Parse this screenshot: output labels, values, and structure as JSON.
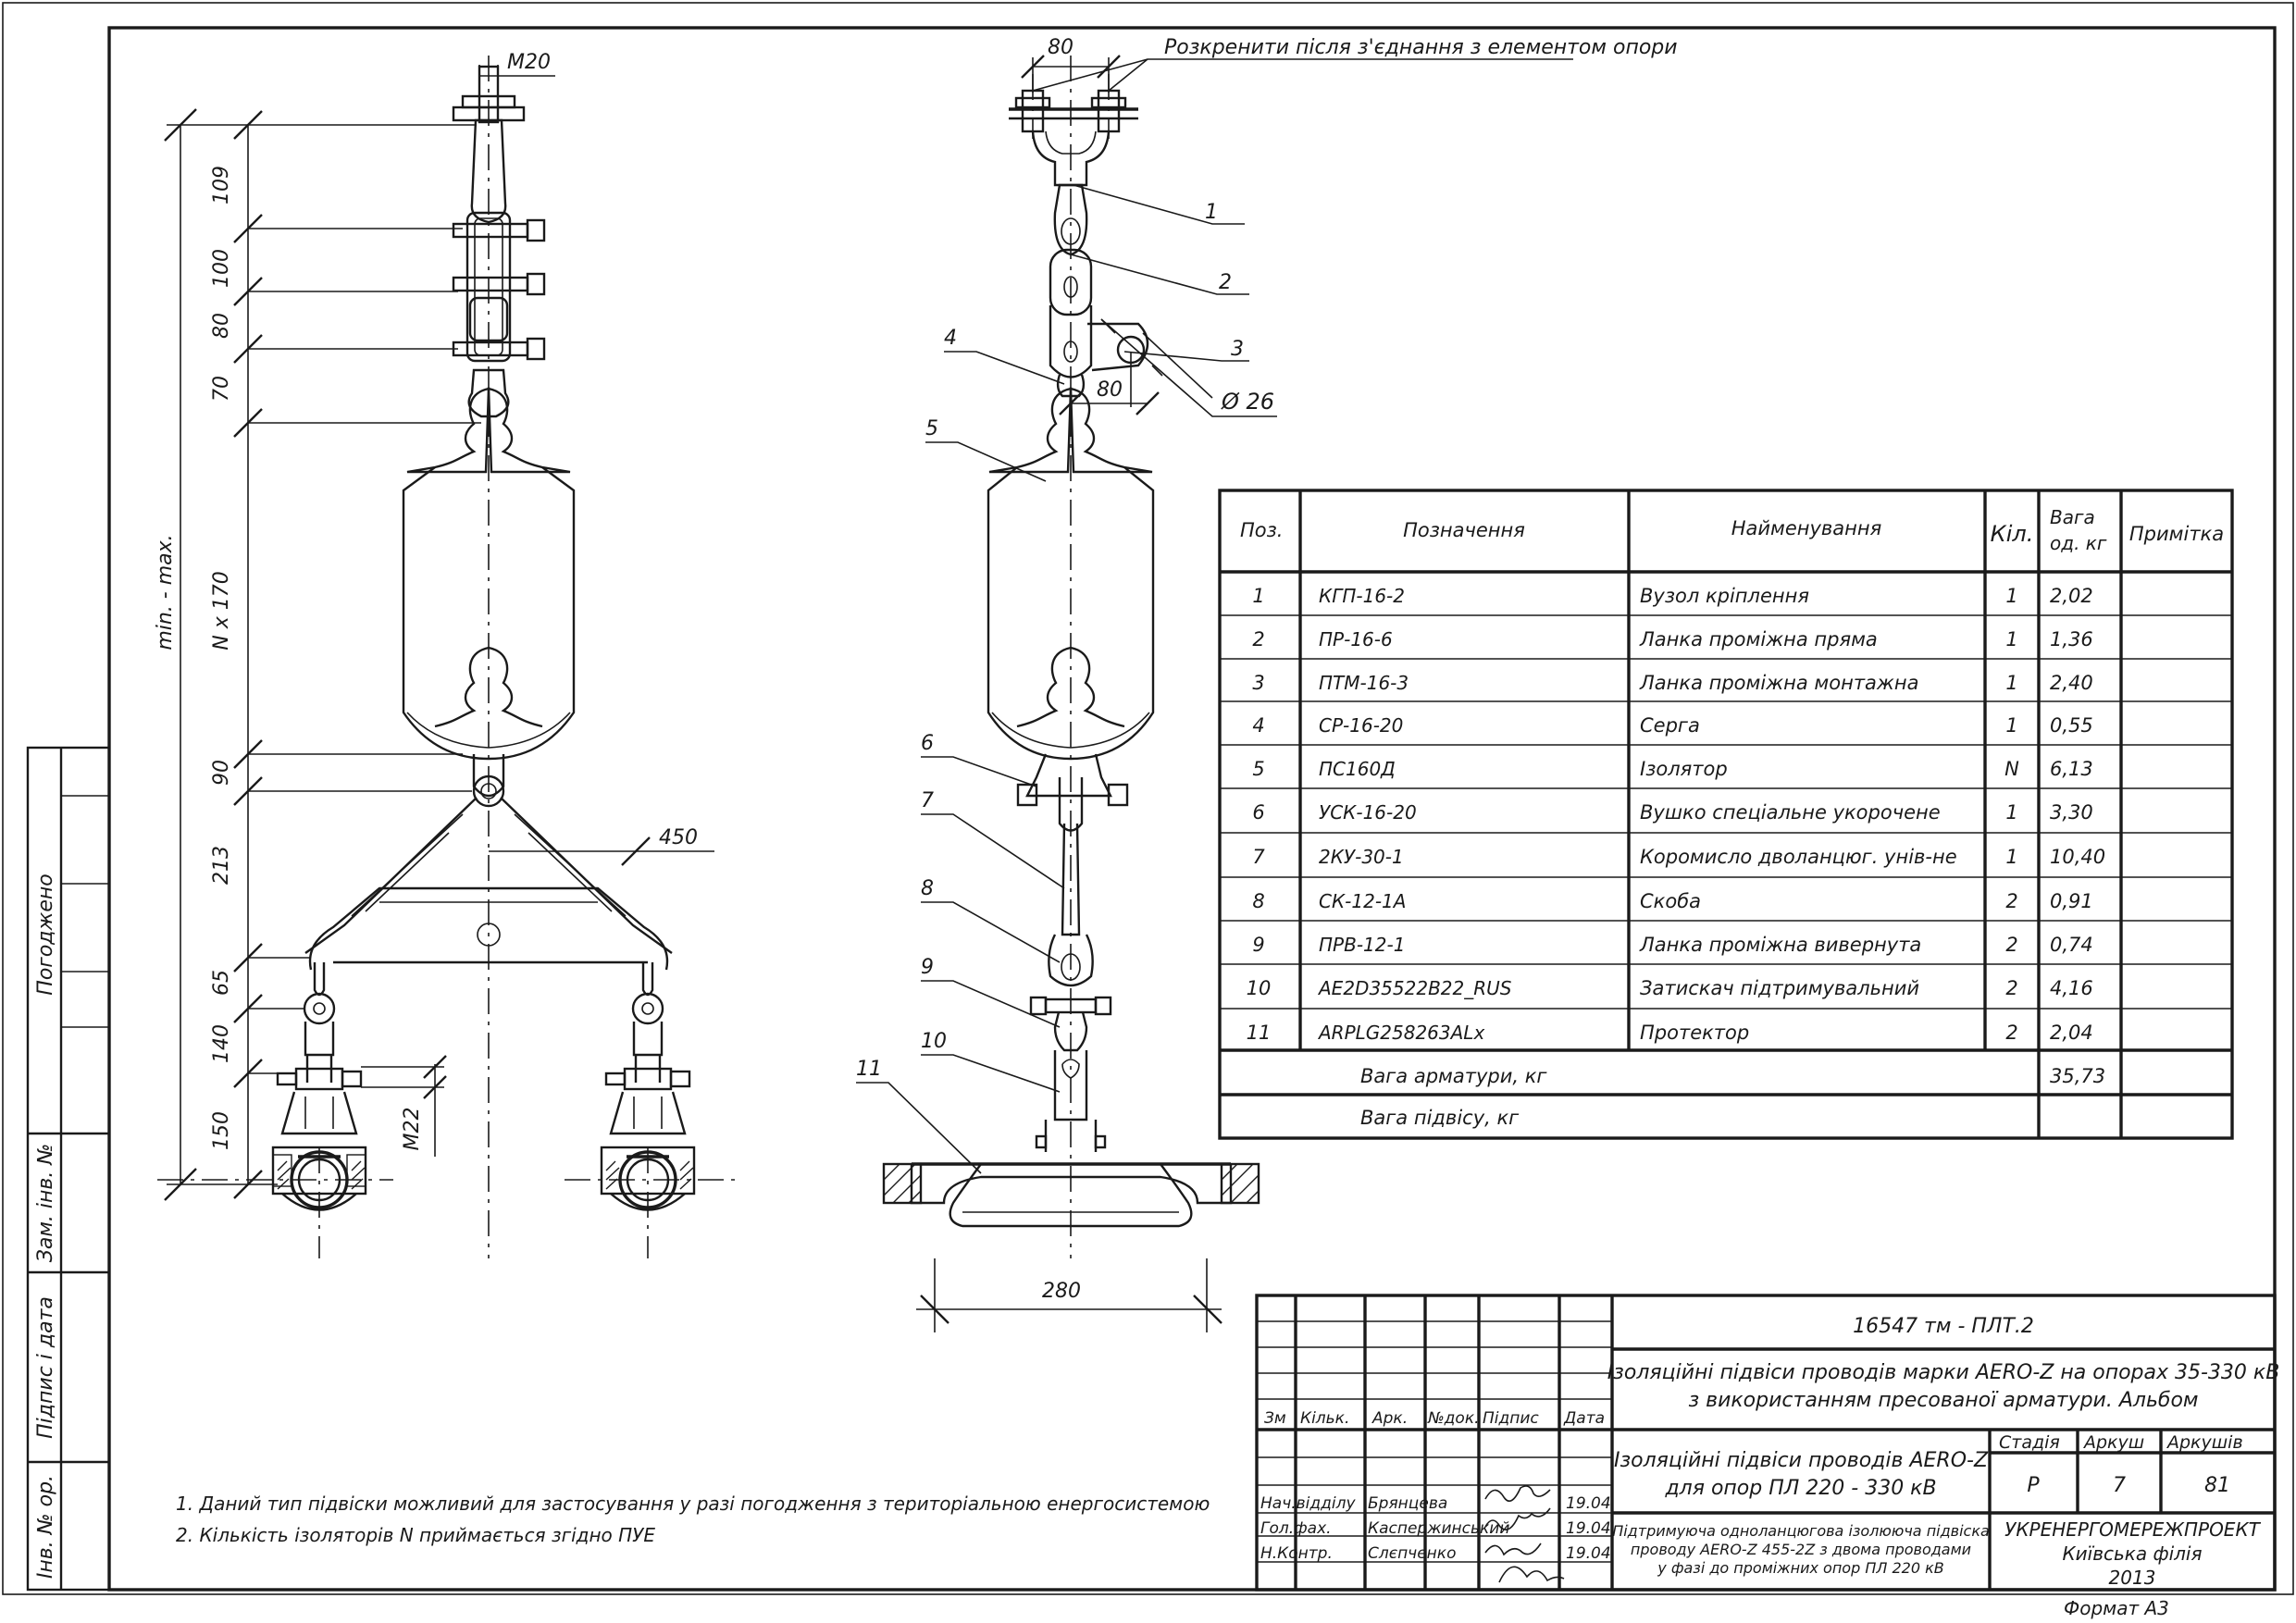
{
  "note_top": "Розкренити після з'єднання з елементом опори",
  "callouts": [
    "1",
    "2",
    "3",
    "4",
    "5",
    "6",
    "7",
    "8",
    "9",
    "10",
    "11"
  ],
  "dims_left": {
    "m20": "M20",
    "d109": "109",
    "d100": "100",
    "d80": "80",
    "d70": "70",
    "nx170": "N x 170",
    "minmax": "min. - max.",
    "d90": "90",
    "d213": "213",
    "d450": "450",
    "d65": "65",
    "d140": "140",
    "d150": "150",
    "m22": "M22"
  },
  "dims_right": {
    "d80top": "80",
    "d80mid": "80",
    "dia26": "Ø 26",
    "d280": "280"
  },
  "table": {
    "headers": [
      "Поз.",
      "Позначення",
      "Найменування",
      "Кіл.",
      "Вага од. кг",
      "Примітка"
    ],
    "rows": [
      [
        "1",
        "КГП-16-2",
        "Вузол кріплення",
        "1",
        "2,02",
        ""
      ],
      [
        "2",
        "ПР-16-6",
        "Ланка проміжна пряма",
        "1",
        "1,36",
        ""
      ],
      [
        "3",
        "ПТМ-16-3",
        "Ланка проміжна монтажна",
        "1",
        "2,40",
        ""
      ],
      [
        "4",
        "СР-16-20",
        "Серга",
        "1",
        "0,55",
        ""
      ],
      [
        "5",
        "ПС160Д",
        "Ізолятор",
        "N",
        "6,13",
        ""
      ],
      [
        "6",
        "УСК-16-20",
        "Вушко спеціальне укорочене",
        "1",
        "3,30",
        ""
      ],
      [
        "7",
        "2КУ-30-1",
        "Коромисло дволанцюг. унів-не",
        "1",
        "10,40",
        ""
      ],
      [
        "8",
        "СК-12-1А",
        "Скоба",
        "2",
        "0,91",
        ""
      ],
      [
        "9",
        "ПРВ-12-1",
        "Ланка проміжна вивернута",
        "2",
        "0,74",
        ""
      ],
      [
        "10",
        "AE2D35522B22_RUS",
        "Затискач підтримувальний",
        "2",
        "4,16",
        ""
      ],
      [
        "11",
        "ARPLG258263ALx",
        "Протектор",
        "2",
        "2,04",
        ""
      ]
    ],
    "sum1_label": "Вага арматури, кг",
    "sum1_value": "35,73",
    "sum2_label": "Вага підвісу, кг",
    "sum2_value": ""
  },
  "notes": [
    "1. Даний тип підвіски можливий для застосування у разі погодження з територіальною енергосистемою",
    "2. Кількість ізоляторів N приймається згідно ПУЕ"
  ],
  "left_strip": {
    "agreed": "Погоджено",
    "replace_inv": "Зам. інв. №",
    "sign_date": "Підпис і дата",
    "orig_inv": "Інв. № ор."
  },
  "title_block": {
    "code": "16547 тм - ПЛТ.2",
    "title_line1": "Ізоляційні підвіси проводів марки AERO-Z на опорах 35-330 кВ",
    "title_line2": "з використанням пресованої арматури. Альбом",
    "rev_headers": [
      "Зм",
      "Кільк.",
      "Арк.",
      "№док.",
      "Підпис",
      "Дата"
    ],
    "sheet_line1": "Ізоляційні підвіси проводів AERO-Z",
    "sheet_line2": "для опор ПЛ 220 - 330 кВ",
    "stage_label": "Стадія",
    "sheet_label": "Аркуш",
    "sheets_label": "Аркушів",
    "stage": "Р",
    "sheet": "7",
    "sheets": "81",
    "roles": [
      {
        "role": "Нач.відділу",
        "name": "Брянцева",
        "date": "19.04"
      },
      {
        "role": "Гол.фах.",
        "name": "Каспержинський",
        "date": "19.04"
      },
      {
        "role": "Н.Контр.",
        "name": "Слєпченко",
        "date": "19.04"
      }
    ],
    "desc_line1": "Підтримуюча одноланцюгова ізолююча підвіска",
    "desc_line2": "проводу AERO-Z 455-2Z з двома проводами",
    "desc_line3": "у фазі до проміжних опор ПЛ 220 кВ",
    "org_line1": "УКРЕНЕРГОМЕРЕЖПРОЕКТ",
    "org_line2": "Київська філія",
    "org_line3": "2013",
    "format": "Формат А3"
  }
}
